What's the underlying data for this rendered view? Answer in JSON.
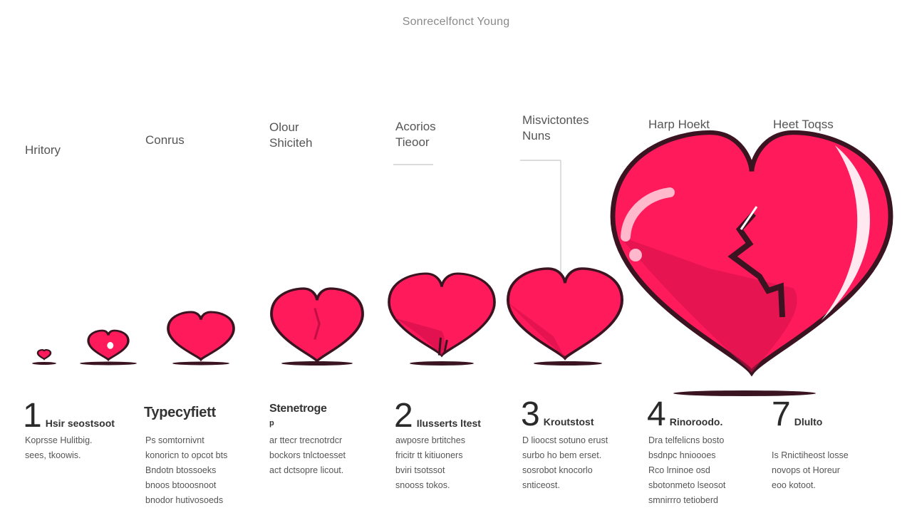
{
  "header": {
    "subtitle": "Sonrecelfonct Young"
  },
  "top_labels": [
    {
      "lines": [
        "Hritory"
      ]
    },
    {
      "lines": [
        "Conrus"
      ]
    },
    {
      "lines": [
        "Olour",
        "Shiciteh"
      ]
    },
    {
      "lines": [
        "Acorios",
        "Tieoor"
      ]
    },
    {
      "lines": [
        "Misvictontes",
        "Nuns"
      ]
    },
    {
      "lines": [
        "Harp Hoekt"
      ]
    },
    {
      "lines": [
        "Heet Toqss"
      ]
    }
  ],
  "steps": [
    {
      "number": "1",
      "title": "Hsir seostsoot",
      "desc": [
        "Koprsse Hulitbig.",
        "sees, tkoowis."
      ]
    },
    {
      "number": "",
      "title": "Typecyfiett",
      "desc": [
        "Ps somtornivnt",
        "konoricn to opcot bts",
        "Bndotn btossoeks",
        "bnoos btooosnoot",
        "bnodor hutivosoeds"
      ]
    },
    {
      "number": "",
      "title": "Stenetroge",
      "marker": "p",
      "desc": [
        "ar ttecr trecnotrdcr",
        "bockors tnlctoesset",
        "act dctsopre licout."
      ]
    },
    {
      "number": "2",
      "title": "Ilusserts ltest",
      "desc": [
        "awposre brtitches",
        "fricitr tt kitiuoners",
        "bviri tsotssot",
        "snooss tokos."
      ]
    },
    {
      "number": "3",
      "title": "Kroutstost",
      "desc": [
        "D lioocst sotuno erust",
        "surbo ho bem erset.",
        "sosrobot knocorlo",
        "snticeost."
      ]
    },
    {
      "number": "4",
      "title": "Rinoroodo.",
      "desc": [
        "Dra telfelicns bosto",
        "bsdnpc hnioooes",
        "Rco lrninoe osd",
        "sbotonmeto lseosot",
        "smnirrro tetioberd"
      ]
    },
    {
      "number": "7",
      "title": "Dlulto",
      "desc": [
        "Is Rnictiheost losse",
        "novops ot Horeur",
        "eoo kotoot."
      ]
    }
  ],
  "colors": {
    "heart_fill": "#ff1a5c",
    "heart_shade": "#d4104a",
    "outline": "#3a1420",
    "highlight": "#ffb8cc"
  }
}
